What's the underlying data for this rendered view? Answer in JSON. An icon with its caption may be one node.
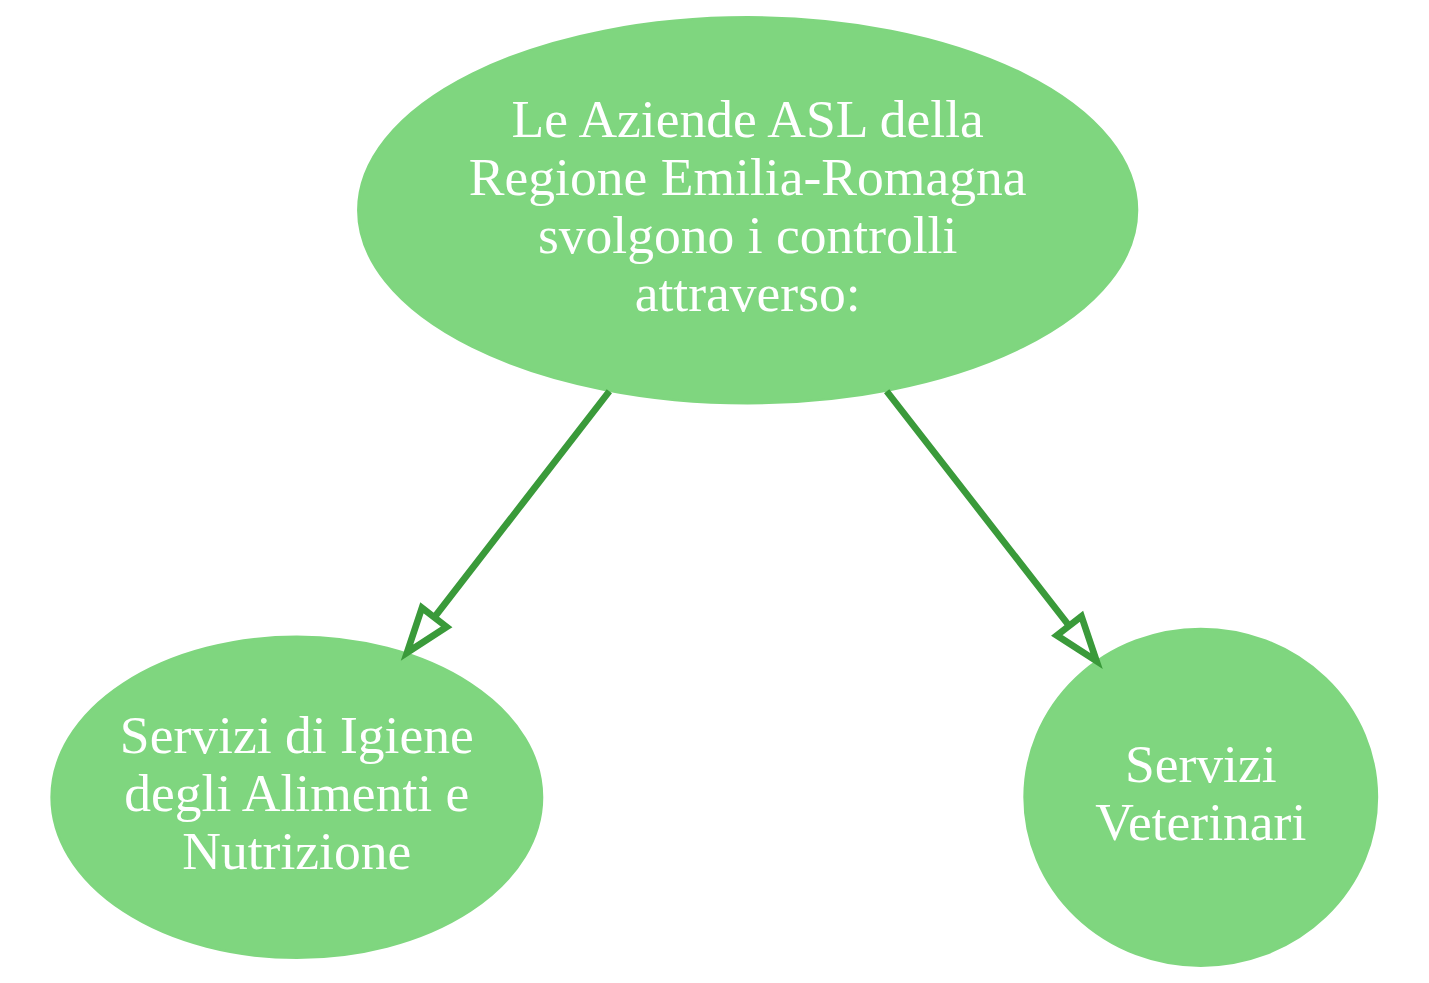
{
  "diagram": {
    "nodes": [
      {
        "text": [
          "Le Aziende ASL della Regione Emilia-Romagna svolgono i controlli attraverso:"
        ]
      },
      {
        "text": [
          "Servizi di Igiene degli Alimenti e Nutrizione"
        ]
      },
      {
        "text": [
          "Servizi Veterinari"
        ]
      }
    ],
    "edges": [
      {
        "from": 0,
        "to": 1,
        "arrow": "to"
      },
      {
        "from": 0,
        "to": 2,
        "arrow": "to"
      }
    ]
  }
}
